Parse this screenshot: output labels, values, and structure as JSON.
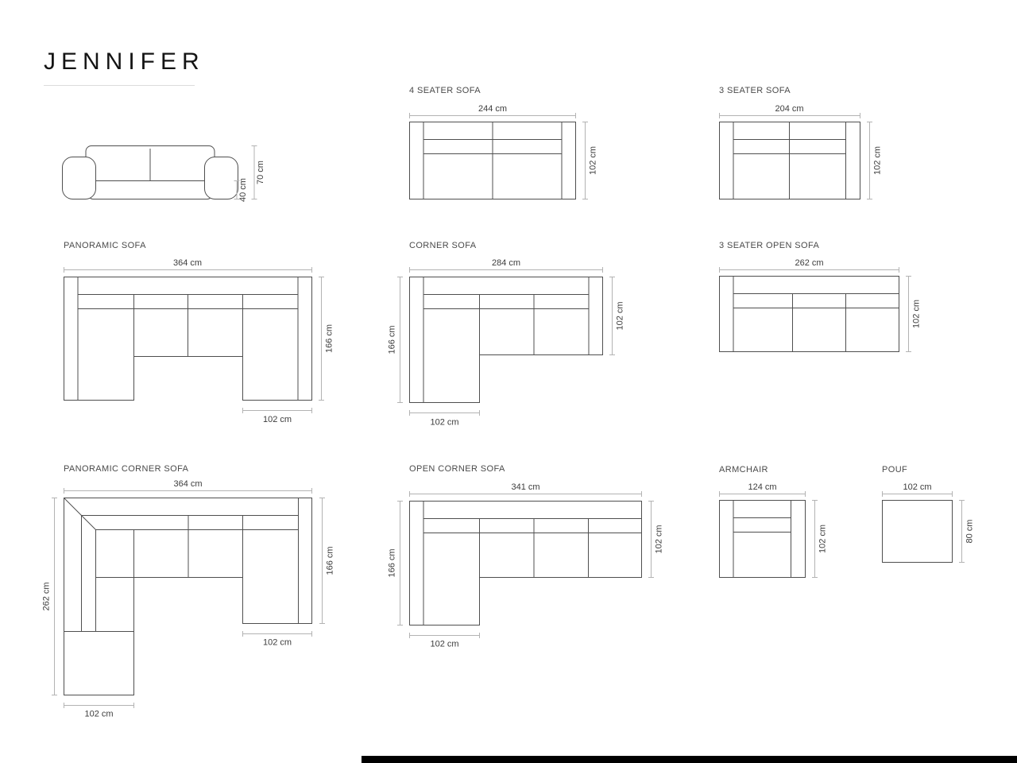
{
  "page": {
    "title": "JENNIFER"
  },
  "colors": {
    "line": "#4f4f4f",
    "dimension_line": "#b3b3b3",
    "text": "#3c3c3c",
    "footer_bar": "#000000"
  },
  "front_view": {
    "height": "70 cm",
    "seat_height": "40 cm"
  },
  "diagrams": {
    "four_seater": {
      "title": "4 SEATER SOFA",
      "width": "244 cm",
      "depth": "102 cm"
    },
    "three_seater": {
      "title": "3 SEATER SOFA",
      "width": "204 cm",
      "depth": "102 cm"
    },
    "panoramic": {
      "title": "PANORAMIC SOFA",
      "width": "364 cm",
      "depth": "166 cm",
      "chaise_width": "102 cm"
    },
    "corner": {
      "title": "CORNER SOFA",
      "width": "284 cm",
      "left_depth": "166 cm",
      "right_depth": "102 cm",
      "chaise_width": "102 cm"
    },
    "three_seater_open": {
      "title": "3 SEATER OPEN SOFA",
      "width": "262 cm",
      "depth": "102 cm"
    },
    "panoramic_corner": {
      "title": "PANORAMIC CORNER SOFA",
      "width": "364 cm",
      "left_height": "262 cm",
      "right_depth": "166 cm",
      "chaise_width": "102 cm",
      "bottom_width": "102 cm"
    },
    "open_corner": {
      "title": "OPEN CORNER SOFA",
      "width": "341 cm",
      "left_depth": "166 cm",
      "right_depth": "102 cm",
      "chaise_width": "102 cm"
    },
    "armchair": {
      "title": "ARMCHAIR",
      "width": "124 cm",
      "depth": "102 cm"
    },
    "pouf": {
      "title": "POUF",
      "width": "102 cm",
      "depth": "80 cm"
    }
  }
}
